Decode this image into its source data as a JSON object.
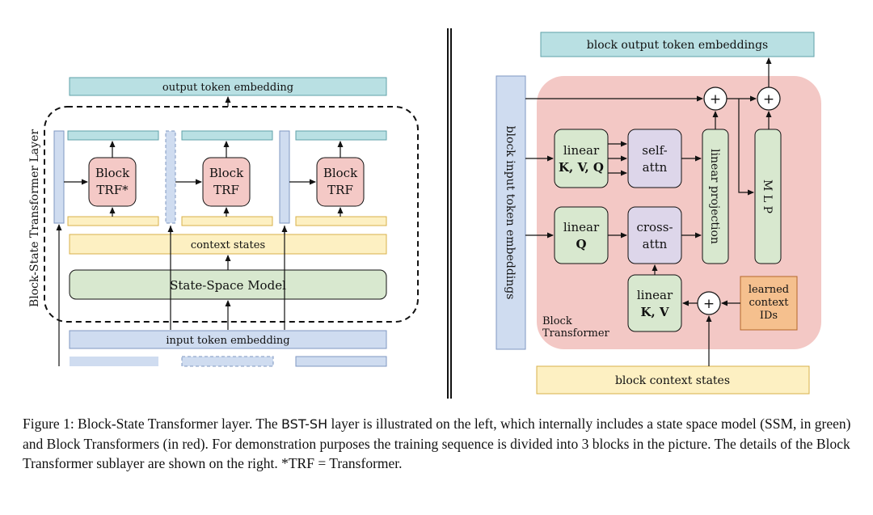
{
  "left": {
    "side_label": "Block-State Transformer Layer",
    "output_label": "output token embedding",
    "block1_line1": "Block",
    "block1_line2": "TRF*",
    "block2_line1": "Block",
    "block2_line2": "TRF",
    "block3_line1": "Block",
    "block3_line2": "TRF",
    "context_label": "context states",
    "ssm_label": "State-Space Model",
    "input_label": "input token embedding"
  },
  "right": {
    "output_label": "block output token embeddings",
    "input_label": "block input token embeddings",
    "linear_kvq_line1": "linear",
    "linear_kvq_line2": "K, V, Q",
    "self_attn_line1": "self-",
    "self_attn_line2": "attn",
    "linear_q_line1": "linear",
    "linear_q_line2": "Q",
    "cross_attn_line1": "cross-",
    "cross_attn_line2": "attn",
    "linear_projection": "linear projection",
    "mlp": "M L P",
    "linear_kv_line1": "linear",
    "linear_kv_line2": "K, V",
    "learned_line1": "learned",
    "learned_line2": "context",
    "learned_line3": "IDs",
    "block_transformer_line1": "Block",
    "block_transformer_line2": "Transformer",
    "context_states": "block context states",
    "plus": "+"
  },
  "caption": {
    "prefix": "Figure 1: Block-State Transformer layer. The ",
    "layer_name": "BST-SH",
    "suffix": " layer is illustrated on the left, which internally includes a state space model (SSM, in green) and Block Transformers (in red). For demonstration purposes the training sequence is divided into 3 blocks in the picture. The details of the Block Transformer sublayer are shown on the right. *TRF = Transformer."
  },
  "colors": {
    "teal": "#b9e0e3",
    "teal_stroke": "#5fa2a8",
    "blue": "#cfdcf0",
    "blue_stroke": "#7f97c2",
    "yellow": "#fdf0c2",
    "yellow_stroke": "#d8b04a",
    "green": "#d8e8cf",
    "green_stroke": "#4d6b45",
    "pink": "#f4c9c6",
    "pink_bg": "#f3c8c5",
    "lavender": "#ddd6ea",
    "orange": "#f5c08e",
    "orange_stroke": "#b4682a"
  }
}
